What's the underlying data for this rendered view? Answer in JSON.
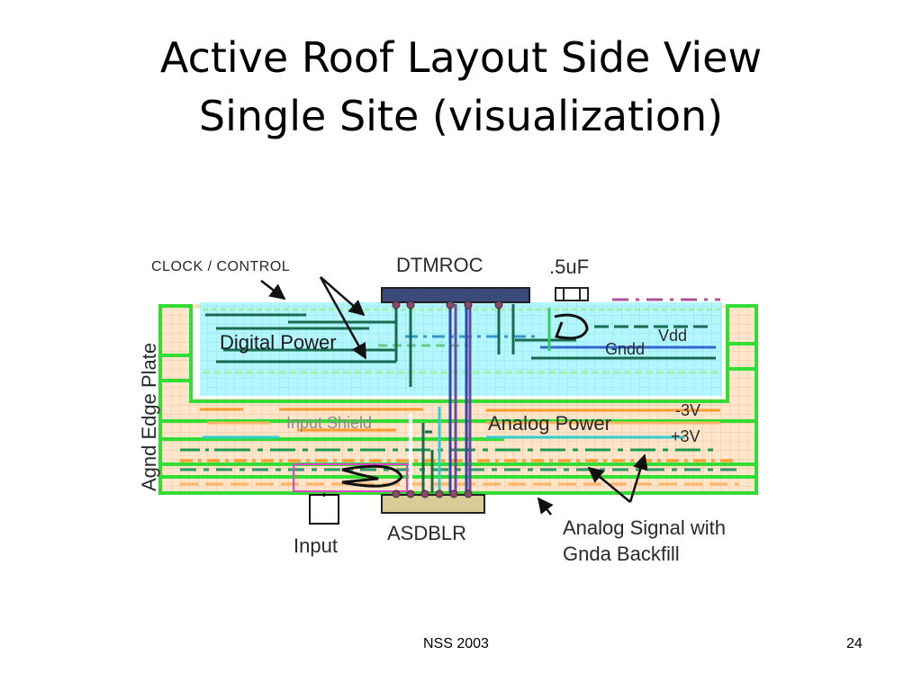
{
  "slide": {
    "title_line1": "Active Roof Layout  Side View",
    "title_line2": "Single Site (visualization)",
    "footer_center": "NSS 2003",
    "footer_page": "24"
  },
  "diagram": {
    "labels": {
      "clock_control": "CLOCK / CONTROL",
      "dtmroc": "DTMROC",
      "cap": ".5uF",
      "digital_power": "Digital Power",
      "vdd": "Vdd",
      "gndd": "Gndd",
      "agnd_edge_plate": "Agnd Edge Plate",
      "input_shield": "Input Shield",
      "analog_power": "Analog Power",
      "minus3v": "-3V",
      "plus3v": "+3V",
      "input": "Input",
      "asdblr": "ASDBLR",
      "analog_signal_1": "Analog Signal with",
      "analog_signal_2": "Gnda Backfill"
    },
    "colors": {
      "edge_plate": "#33dd33",
      "analog_fill": "#fde6cc",
      "digital_fill": "#aef4fb",
      "trace_dark_green": "#1a6a50",
      "trace_orange": "#ff9a2a",
      "trace_cyan": "#33cccc",
      "trace_blue": "#3366cc",
      "trace_magenta": "#dd44cc",
      "trace_purple": "#6a4aa0",
      "chip": "#d9cc99"
    }
  }
}
